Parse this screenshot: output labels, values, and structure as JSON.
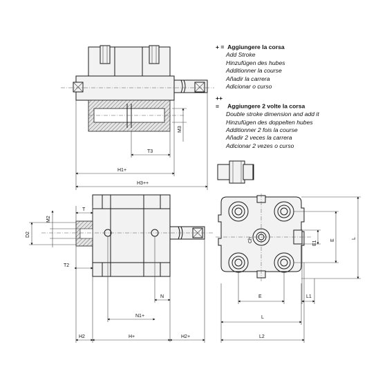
{
  "legend": {
    "plus": {
      "symbol": "+ =",
      "heading": "Aggiungere la corsa",
      "lines": [
        "Add Stroke",
        "Hinzufügen des hubes",
        "Additionner la course",
        "Añadir la carrera",
        "Adicionar o curso"
      ]
    },
    "double_plus": {
      "symbol": "++ =",
      "heading": "Aggiungere 2 volte la corsa",
      "lines": [
        "Double stroke dimension and add it",
        "Hinzufügen des doppelten hubes",
        "Additionner 2 fois la course",
        "Añadir 2 veces la carrera",
        "Adicionar 2 vezes o curso"
      ]
    }
  },
  "dimensions": {
    "m3": "M3",
    "t3": "T3",
    "h1_plus": "H1+",
    "h3_plus_plus": "H3++",
    "t": "T",
    "m2": "M2",
    "d2": "D2",
    "t2": "T2",
    "n": "N",
    "n1_plus": "N1+",
    "h2_left": "H2",
    "h_plus": "H+",
    "h2_plus": "H2+",
    "ch": "Ch",
    "e1": "E1",
    "e_vertical": "E",
    "l_vertical": "L",
    "e_horizontal": "E",
    "l1": "L1",
    "l_horizontal": "L",
    "l2": "L2"
  }
}
